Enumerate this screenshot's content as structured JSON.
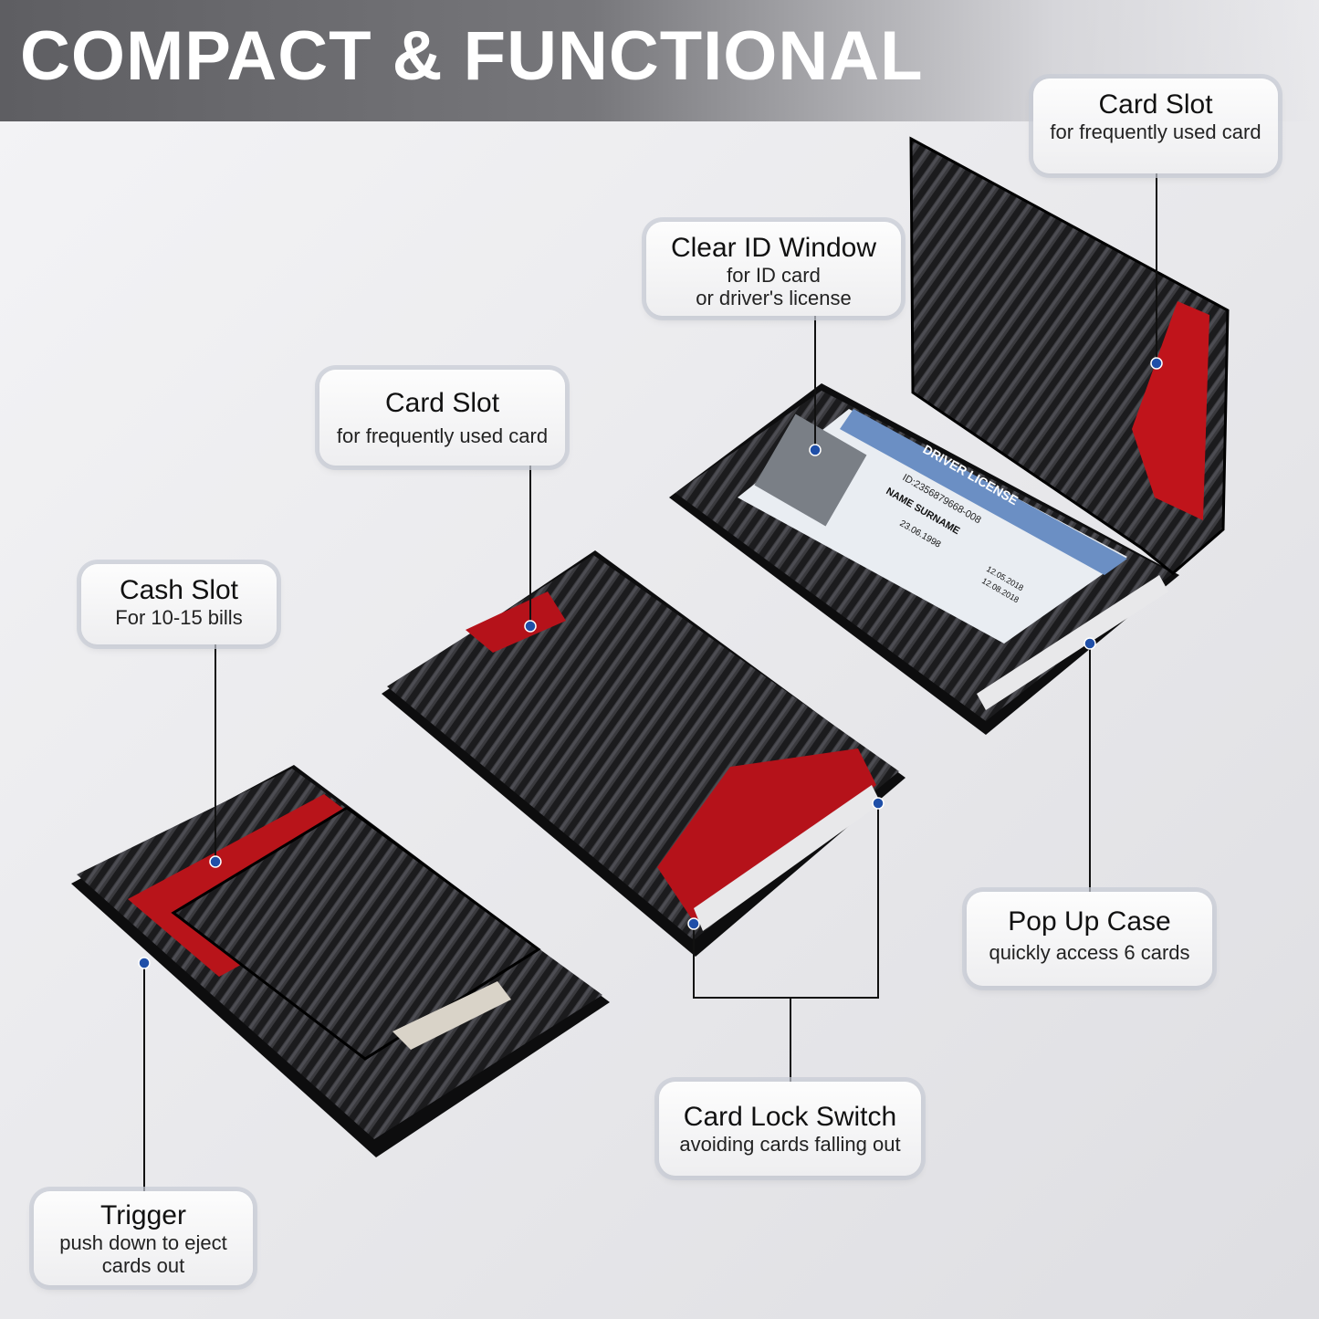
{
  "header": {
    "title": "COMPACT & FUNCTIONAL"
  },
  "id_card": {
    "heading": "DRIVER LICENSE",
    "id": "ID:2356879668-008",
    "name": "NAME SURNAME",
    "dob": "23.06.1998",
    "iss": "12.05.2018",
    "exp": "12.08.2018"
  },
  "callouts": [
    {
      "title": "Card Slot",
      "subtitle": "for frequently used card"
    },
    {
      "title": "Clear ID Window",
      "subtitle": "for ID card",
      "subtitle2": "or driver's license"
    },
    {
      "title": "Card Slot",
      "subtitle": "for frequently used card"
    },
    {
      "title": "Cash Slot",
      "subtitle": "For 10-15 bills"
    },
    {
      "title": "Pop Up Case",
      "subtitle": "quickly access 6 cards"
    },
    {
      "title": "Card Lock Switch",
      "subtitle": "avoiding cards falling out"
    },
    {
      "title": "Trigger",
      "subtitle": "push down to eject",
      "subtitle2": "cards out"
    }
  ],
  "colors": {
    "accent_dot": "#1f4fa8",
    "card_red": "#c0141b",
    "carbon": "#1c1c1e"
  }
}
